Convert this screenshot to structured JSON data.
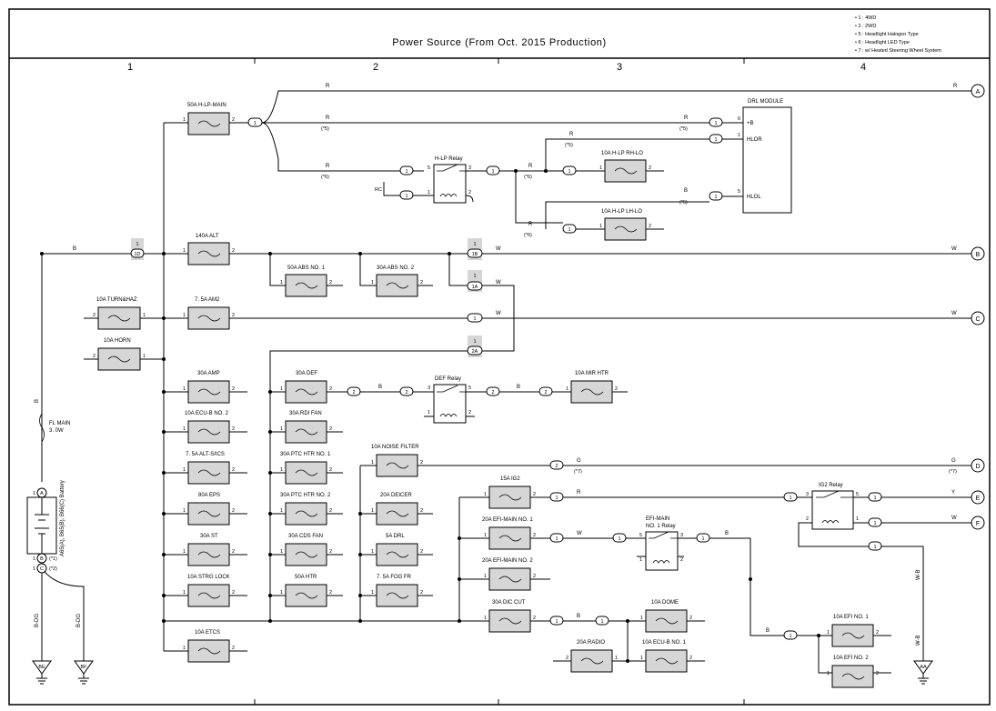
{
  "title": "Power Source (From Oct.  2015 Production)",
  "notes": [
    "• 1 : 4WD",
    "• 2 : 2WD",
    "• 5 : Headlight Halogen Type",
    "• 6 : Headlight LED Type",
    "• 7 : w/ Heated Steering Wheel System"
  ],
  "columns": [
    "1",
    "2",
    "3",
    "4"
  ],
  "fuses": {
    "h_lp_main": "50A H-LP-MAIN",
    "alt": "140A ALT",
    "abs1": "50A ABS NO. 1",
    "abs2": "30A ABS NO. 2",
    "turn_haz": "10A TURN&HAZ",
    "am2": "7. 5A AM2",
    "horn": "10A HORN",
    "amp": "30A AMP",
    "def": "30A DEF",
    "mir_htr": "10A MIR HTR",
    "ecu_b2": "10A ECU-B NO. 2",
    "rdi_fan": "30A RDI FAN",
    "alt_s": "7. 5A ALT-S/ICS",
    "ptc1": "30A PTC HTR NO. 1",
    "noise_filter": "10A NOISE FILTER",
    "eps": "80A EPS",
    "ptc2": "30A PTC HTR NO. 2",
    "deicer": "20A DEICER",
    "st": "30A ST",
    "cds_fan": "30A CDS FAN",
    "drl": "5A DRL",
    "strg_lock": "10A STRG LOCK",
    "htr": "50A HTR",
    "fog_fr": "7. 5A FOG FR",
    "etcs": "10A ETCS",
    "h_lp_rh": "10A H-LP RH-LO",
    "h_lp_lh": "10A H-LP LH-LO",
    "ig2": "15A IG2",
    "efi_main1": "20A EFI-MAIN NO. 1",
    "efi_main2": "20A EFI-MAIN NO. 2",
    "dic_cut": "30A DIC CUT",
    "dome": "10A DOME",
    "radio": "20A RADIO",
    "ecu_b1": "10A ECU-B NO. 1",
    "efi1": "10A EFI NO. 1",
    "efi2": "10A EFI NO. 2"
  },
  "relays": {
    "h_lp": "H-LP Relay",
    "def": "DEF Relay",
    "efi_main_l1": "EFI-MAIN",
    "efi_main_l2": "NO. 1 Relay",
    "ig2": "IG2 Relay"
  },
  "drl_module": {
    "title": "DRL MODULE",
    "pins": [
      "+B",
      "HLOR",
      "HLOL"
    ]
  },
  "battery": "A65(A), B65(B), B66(C) Battery",
  "fl_main": [
    "FL MAIN",
    "3. 0W"
  ],
  "grounds": [
    "BE",
    "BF",
    "AA"
  ],
  "connectors": [
    "A",
    "B",
    "C",
    "D",
    "E",
    "F"
  ],
  "wires": {
    "R": "R",
    "B": "B",
    "W": "W",
    "G": "G",
    "Y": "Y",
    "BDG": "B-DG",
    "WB": "W-B"
  },
  "marks": {
    "s5": "(*5)",
    "s6": "(*6)",
    "s7": "(*7)",
    "s1": "(*1)",
    "s2": "(*2)",
    "rc": "RC"
  },
  "junctions": [
    "1",
    "1D",
    "1B",
    "1A",
    "2A",
    "2"
  ]
}
